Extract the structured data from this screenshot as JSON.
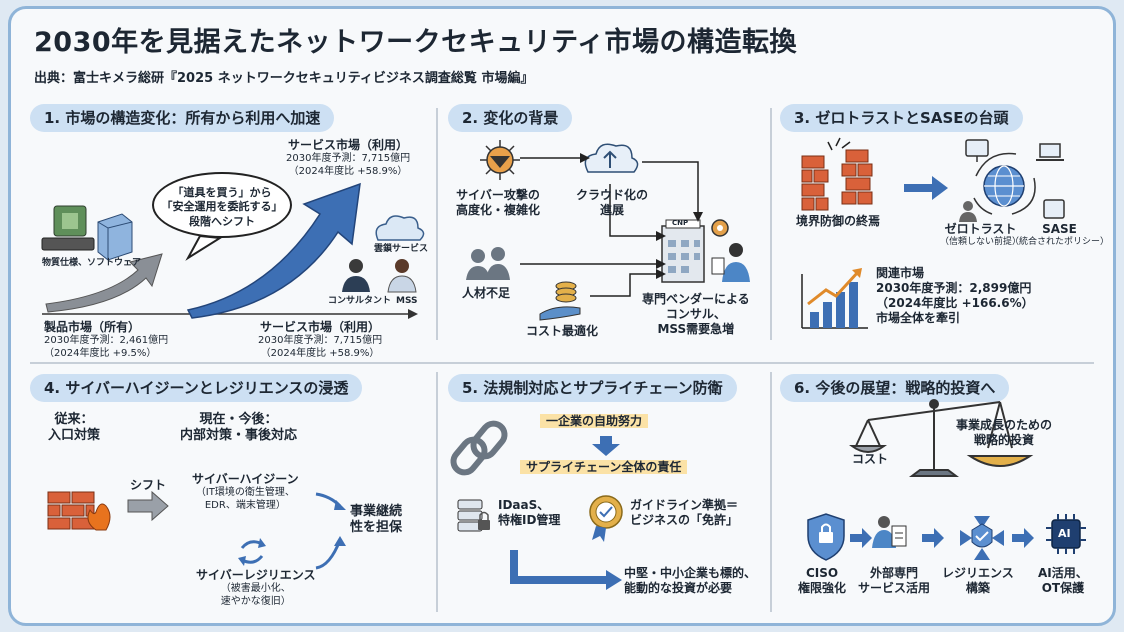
{
  "title": "2030年を見据えたネットワークセキュリティ市場の構造転換",
  "source": "出典：富士キメラ総研『2025 ネットワークセキュリティビジネス調査総覧 市場編』",
  "s1": {
    "heading": "1. 市場の構造変化：所有から利用へ加速",
    "bubble_lines": [
      "「道具を買う」から",
      "「安全運用を委託する」",
      "段階へシフト"
    ],
    "hw_label": "物質仕様、ソフトウェア",
    "product": {
      "name": "製品市場（所有）",
      "forecast": "2030年度予測：2,461億円",
      "growth": "（2024年度比 +9.5%）"
    },
    "service_top": {
      "name": "サービス市場（利用）",
      "forecast": "2030年度予測：7,715億円",
      "growth": "（2024年度比 +58.9%）"
    },
    "cloud_label": "雲鎖サービス",
    "consultant": "コンサルタント",
    "mss": "MSS",
    "service_bottom": {
      "name": "サービス市場（利用）",
      "forecast": "2030年度予測：7,715億円",
      "growth": "（2024年度比 +58.9%）"
    }
  },
  "s2": {
    "heading": "2. 変化の背景",
    "cyber": [
      "サイバー攻撃の",
      "高度化・複雑化"
    ],
    "cloud": [
      "クラウド化の",
      "進展"
    ],
    "talent": "人材不足",
    "cost": "コスト最適化",
    "building_sign": "CNP",
    "vendor": [
      "専門ベンダーによる",
      "コンサル、",
      "MSS需要急増"
    ]
  },
  "s3": {
    "heading": "3. ゼロトラストとSASEの台頭",
    "perimeter": "境界防御の終焉",
    "zt": "ゼロトラスト",
    "zt_sub": "（信頼しない前提）",
    "sase": "SASE",
    "sase_sub": "（統合されたポリシー）",
    "related": [
      "関連市場",
      "2030年度予測：2,899億円",
      "（2024年度比 +166.6%）",
      "市場全体を牽引"
    ]
  },
  "s4": {
    "heading": "4. サイバーハイジーンとレジリエンスの浸透",
    "past": [
      "従来：",
      "入口対策"
    ],
    "now": [
      "現在・今後：",
      "内部対策・事後対応"
    ],
    "shift": "シフト",
    "hygiene": "サイバーハイジーン",
    "hygiene_sub": [
      "（IT環境の衛生管理、",
      "EDR、端末管理）"
    ],
    "resilience": "サイバーレジリエンス",
    "resilience_sub": [
      "（被害最小化、",
      "速やかな復旧）"
    ],
    "continuity": [
      "事業継続",
      "性を担保"
    ]
  },
  "s5": {
    "heading": "5. 法規制対応とサプライチェーン防衛",
    "self": "一企業の自助努力",
    "supply": "サプライチェーン全体の責任",
    "idaas": [
      "IDaaS、",
      "特権ID管理"
    ],
    "guideline": [
      "ガイドライン準拠＝",
      "ビジネスの「免許」"
    ],
    "sme": [
      "中堅・中小企業も標的、",
      "能動的な投資が必要"
    ]
  },
  "s6": {
    "heading": "6. 今後の展望：戦略的投資へ",
    "cost": "コスト",
    "strategic": [
      "事業成長のための",
      "戦略的投資"
    ],
    "steps": [
      {
        "l1": "CISO",
        "l2": "権限強化"
      },
      {
        "l1": "外部専門",
        "l2": "サービス活用"
      },
      {
        "l1": "レジリエンス",
        "l2": "構築"
      },
      {
        "l1": "AI活用、",
        "l2": "OT保護"
      }
    ],
    "ai_chip": "AI"
  },
  "colors": {
    "pill": "#cde0f3",
    "frame": "#8fb4d8",
    "brick": "#d9613a",
    "blue": "#4c86c6",
    "highlight": "#fbe2a6"
  }
}
